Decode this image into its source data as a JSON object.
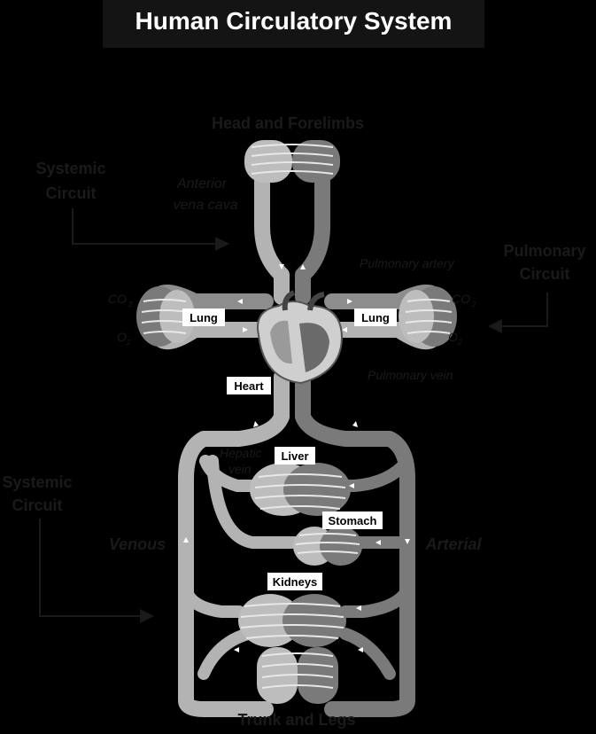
{
  "title": "Human Circulatory System",
  "labels": {
    "head": "Head and Forelimbs",
    "trunk": "Trunk and Legs",
    "systemic_top": [
      "Systemic",
      "Circuit"
    ],
    "systemic_left": [
      "Systemic",
      "Circuit"
    ],
    "pulmonary": [
      "Pulmonary",
      "Circuit"
    ],
    "anterior_vc": [
      "Anterior",
      "vena cava"
    ],
    "pulm_artery": "Pulmonary artery",
    "pulm_vein": "Pulmonary vein",
    "lung_left": "Lung",
    "lung_right": "Lung",
    "heart": "Heart",
    "liver": "Liver",
    "hepatic_vein": [
      "Hepatic",
      "vein"
    ],
    "stomach": "Stomach",
    "kidneys": "Kidneys",
    "venous": "Venous",
    "arterial": "Arterial",
    "co2": "CO",
    "o2": "O",
    "sub2": "2"
  },
  "colors": {
    "background": "#000000",
    "venous": "#b3b3b3",
    "arterial": "#7a7a7a",
    "capillary_light": "#d6d6d6",
    "capillary_dark": "#555555",
    "label_box": "#ffffff",
    "text_dark": "#000000"
  }
}
